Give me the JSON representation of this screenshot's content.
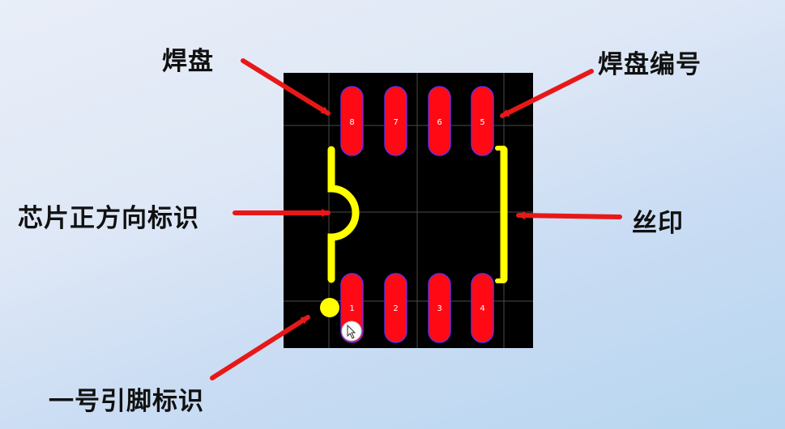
{
  "labels": {
    "pad": "焊盘",
    "pad_number": "焊盘编号",
    "orientation": "芯片正方向标识",
    "silkscreen": "丝印",
    "pin1": "一号引脚标识"
  },
  "pins": {
    "top": [
      "8",
      "7",
      "6",
      "5"
    ],
    "bottom": [
      "1",
      "2",
      "3",
      "4"
    ]
  },
  "colors": {
    "board": "#000000",
    "grid": "#4a4a4a",
    "pad_fill": "#ff0a14",
    "pad_outline": "#6e2bd6",
    "silkscreen": "#ffff00",
    "arrow": "#e81818"
  }
}
